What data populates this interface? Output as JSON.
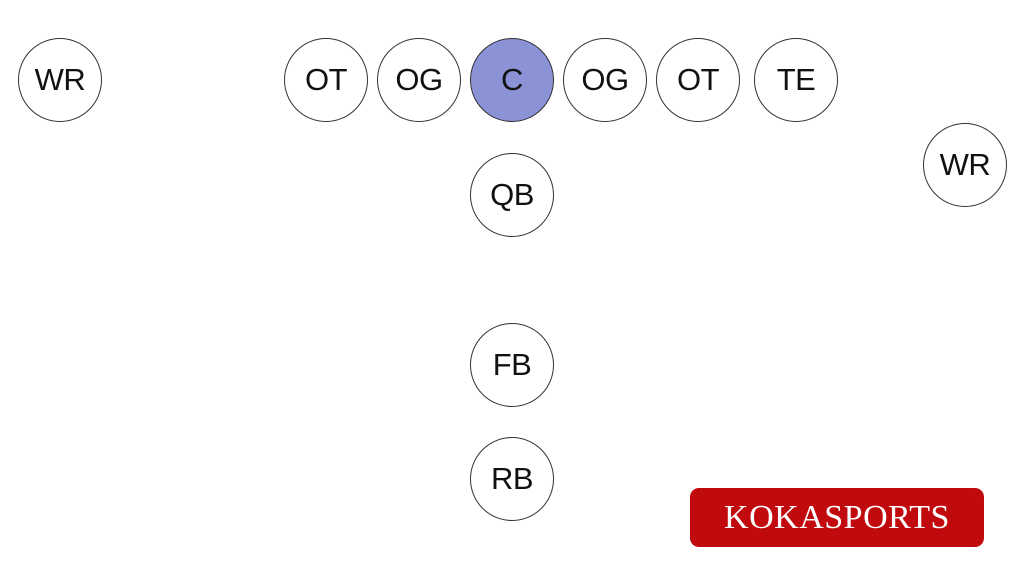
{
  "formation": {
    "players": [
      {
        "id": "wr-left",
        "label": "WR",
        "highlighted": false
      },
      {
        "id": "ot-left",
        "label": "OT",
        "highlighted": false
      },
      {
        "id": "og-left",
        "label": "OG",
        "highlighted": false
      },
      {
        "id": "center",
        "label": "C",
        "highlighted": true
      },
      {
        "id": "og-right",
        "label": "OG",
        "highlighted": false
      },
      {
        "id": "ot-right",
        "label": "OT",
        "highlighted": false
      },
      {
        "id": "te",
        "label": "TE",
        "highlighted": false
      },
      {
        "id": "wr-right",
        "label": "WR",
        "highlighted": false
      },
      {
        "id": "qb",
        "label": "QB",
        "highlighted": false
      },
      {
        "id": "fb",
        "label": "FB",
        "highlighted": false
      },
      {
        "id": "rb",
        "label": "RB",
        "highlighted": false
      }
    ],
    "colors": {
      "highlight": "#8b93d6",
      "circle_fill": "#ffffff",
      "circle_border": "#333333"
    }
  },
  "logo": {
    "text": "KOKASPORTS",
    "background": "#c00a0d",
    "text_color": "#ffffff"
  }
}
